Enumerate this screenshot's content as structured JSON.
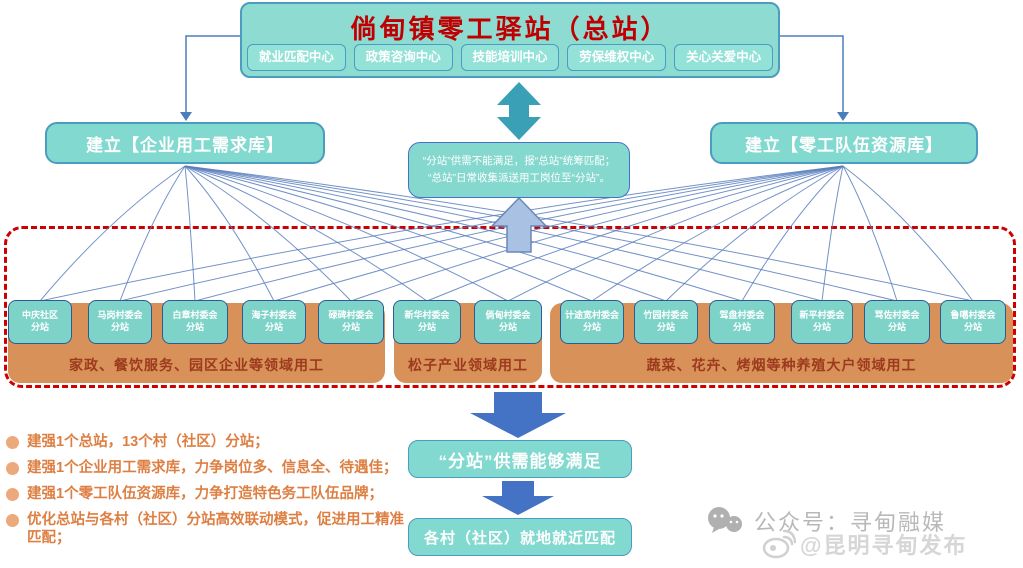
{
  "header": {
    "title": "倘甸镇零工驿站（总站）",
    "centers": [
      {
        "label": "就业匹配中心"
      },
      {
        "label": "政策咨询中心"
      },
      {
        "label": "技能培训中心"
      },
      {
        "label": "劳保维权中心"
      },
      {
        "label": "关心关爱中心"
      }
    ]
  },
  "databases": {
    "left": "建立【企业用工需求库】",
    "right": "建立【零工队伍资源库】"
  },
  "dispatch_note": {
    "line1": "“分站”供需不能满足，报“总站”统筹匹配；",
    "line2": "“总站”日常收集派送用工岗位至“分站”。"
  },
  "villages": [
    {
      "name": "中庆社区",
      "suffix": "分站"
    },
    {
      "name": "马岗村委会",
      "suffix": "分站"
    },
    {
      "name": "白章村委会",
      "suffix": "分站"
    },
    {
      "name": "海子村委会",
      "suffix": "分站"
    },
    {
      "name": "碌碑村委会",
      "suffix": "分站"
    },
    {
      "name": "新华村委会",
      "suffix": "分站"
    },
    {
      "name": "倘甸村委会",
      "suffix": "分站"
    },
    {
      "name": "计途宽村委会",
      "suffix": "分站"
    },
    {
      "name": "竹园村委会",
      "suffix": "分站"
    },
    {
      "name": "驾盘村委会",
      "suffix": "分站"
    },
    {
      "name": "新平村委会",
      "suffix": "分站"
    },
    {
      "name": "骂佐村委会",
      "suffix": "分站"
    },
    {
      "name": "鲁噶村委会",
      "suffix": "分站"
    }
  ],
  "sectors": [
    {
      "label": "家政、餐饮服务、园区企业等领域用工"
    },
    {
      "label": "松子产业领域用工"
    },
    {
      "label": "蔬菜、花卉、烤烟等种养殖大户领域用工"
    }
  ],
  "bullets": [
    {
      "text": "建强1个总站，13个村（社区）分站；"
    },
    {
      "text": "建强1个企业用工需求库，力争岗位多、信息全、待遇佳；"
    },
    {
      "text": "建强1个零工队伍资源库，力争打造特色务工队伍品牌；"
    },
    {
      "text": "优化总站与各村（社区）分站高效联动模式，促进用工精准匹配；"
    }
  ],
  "flow": {
    "satisfied": "“分站”供需能够满足",
    "match": "各村（社区）就地就近匹配"
  },
  "watermark": {
    "wechat": "公众号：寻甸融媒",
    "weibo": "@昆明寻甸发布",
    "icons": [
      "wechat-icon",
      "weibo-icon"
    ]
  },
  "colors": {
    "teal_fill": "#82d9cf",
    "teal_border": "#4a9cc0",
    "title_red": "#c00000",
    "orange_strip": "#d89158",
    "strip_label_red": "#9c3a1e",
    "arrow_blue": "#4472c4",
    "bullet_orange": "#dd7f42",
    "dashed_red": "#cc0000",
    "watermark_gray": "#b8b8b8"
  }
}
